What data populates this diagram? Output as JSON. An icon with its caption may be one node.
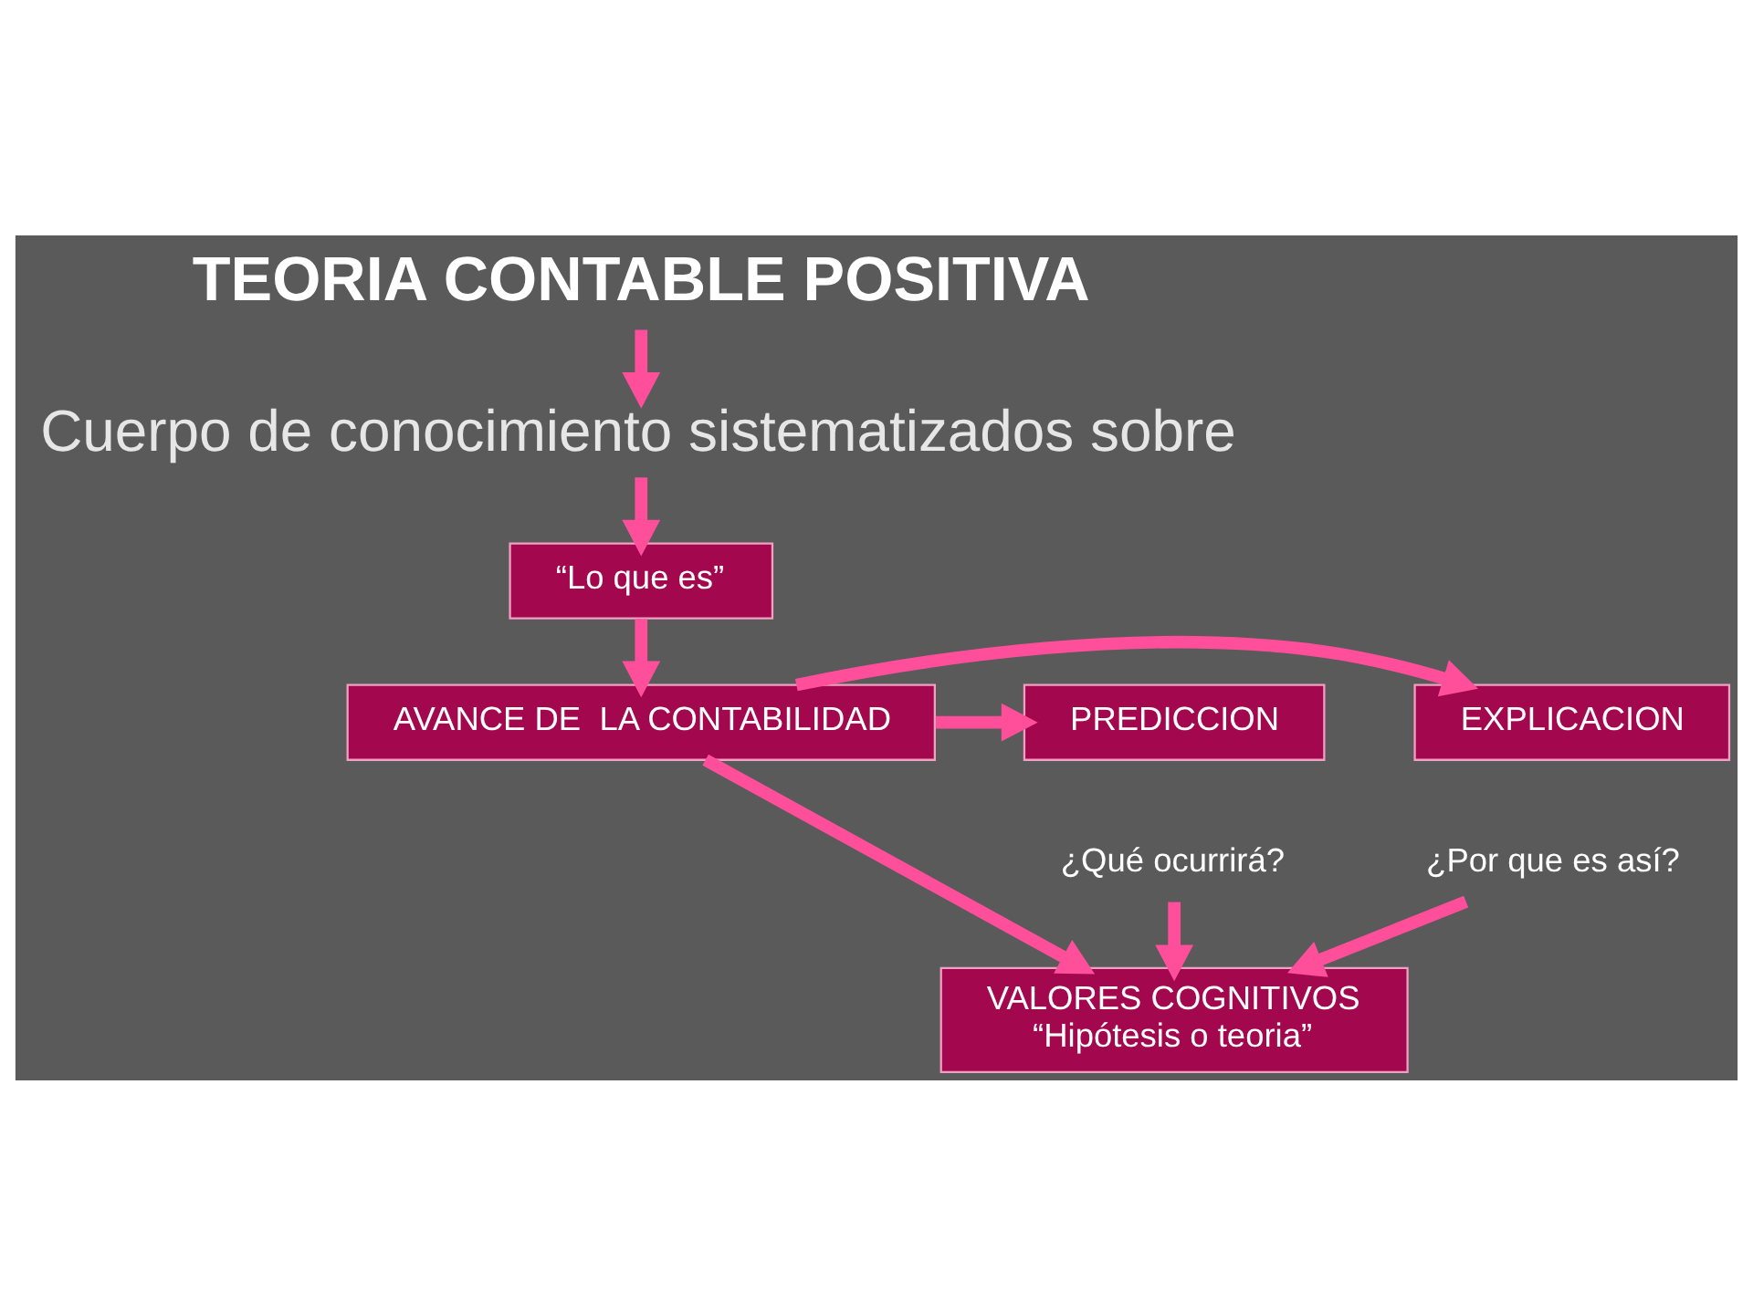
{
  "diagram": {
    "nodes": [
      {
        "text": [
          "TEORIA CONTABLE POSITIVA"
        ]
      },
      {
        "text": [
          "Cuerpo de conocimiento sistematizados sobre"
        ]
      },
      {
        "text": [
          "“Lo que es”"
        ]
      },
      {
        "text": [
          "EXPLICACION"
        ]
      },
      {
        "text": [
          "AVANCE DE  LA CONTABILIDAD"
        ]
      },
      {
        "text": [
          "PREDICCION"
        ]
      },
      {
        "text": [
          "¿Por que es así?"
        ]
      },
      {
        "text": [
          "¿Qué ocurrirá?"
        ]
      },
      {
        "text": [
          "VALORES COGNITIVOS",
          "“Hipótesis o teoria”"
        ]
      }
    ],
    "edges": [
      {
        "from": 0,
        "to": 1,
        "arrow": "to"
      },
      {
        "from": 1,
        "to": 2,
        "arrow": "to"
      },
      {
        "from": 2,
        "to": 4,
        "arrow": "to"
      },
      {
        "from": 4,
        "to": 3,
        "arrow": "to"
      },
      {
        "from": 4,
        "to": 5,
        "arrow": "to"
      },
      {
        "from": 4,
        "to": 8,
        "arrow": "to"
      },
      {
        "from": 6,
        "to": 8,
        "arrow": "to"
      },
      {
        "from": 7,
        "to": 8,
        "arrow": "to"
      }
    ]
  }
}
